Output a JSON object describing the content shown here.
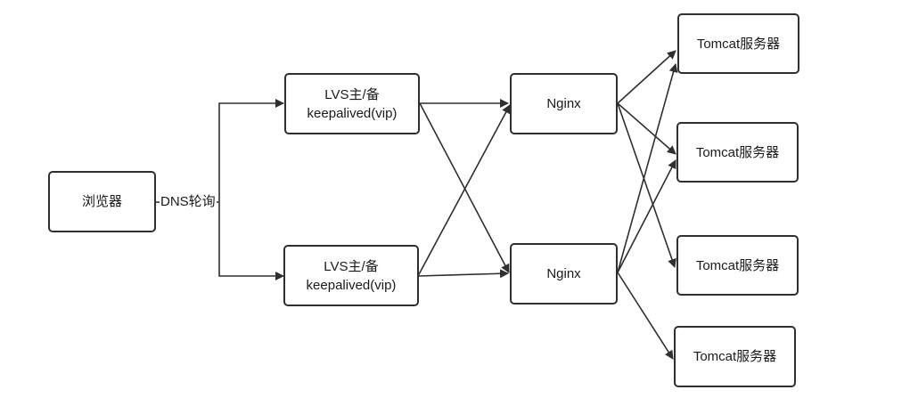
{
  "diagram": {
    "browser": {
      "label": "浏览器"
    },
    "dns_label": "DNS轮询",
    "lvs": [
      {
        "line1": "LVS主/备",
        "line2": "keepalived(vip)"
      },
      {
        "line1": "LVS主/备",
        "line2": "keepalived(vip)"
      }
    ],
    "nginx": [
      {
        "label": "Nginx"
      },
      {
        "label": "Nginx"
      }
    ],
    "tomcat": [
      {
        "label": "Tomcat服务器"
      },
      {
        "label": "Tomcat服务器"
      },
      {
        "label": "Tomcat服务器"
      },
      {
        "label": "Tomcat服务器"
      }
    ]
  },
  "colors": {
    "stroke": "#2f2f2f",
    "text": "#1a1a1a",
    "background": "#ffffff"
  }
}
